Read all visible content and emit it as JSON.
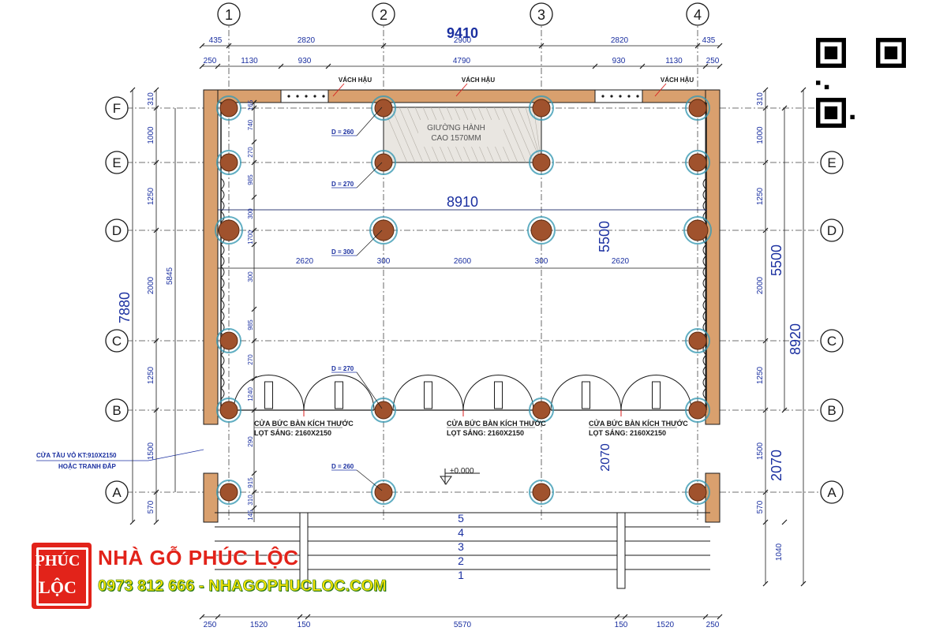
{
  "grid": {
    "columns": [
      "1",
      "2",
      "3",
      "4"
    ],
    "rows": [
      "F",
      "E",
      "D",
      "C",
      "B",
      "A"
    ]
  },
  "dims_top": {
    "total": "9410",
    "row1": [
      "435",
      "2820",
      "2900",
      "2820",
      "435"
    ],
    "row2": [
      "250",
      "1130",
      "930",
      "4790",
      "930",
      "1130",
      "250"
    ]
  },
  "dims_bottom": [
    "250",
    "1520",
    "150",
    "5570",
    "150",
    "1520",
    "250"
  ],
  "dims_left": {
    "outer": "7880",
    "mid": "5845",
    "grid_spacing": [
      "310",
      "1000",
      "1250",
      "2000",
      "1250",
      "1500",
      "570"
    ],
    "inner": [
      "165",
      "740",
      "270",
      "985",
      "300",
      "1700",
      "300",
      "985",
      "270",
      "1240",
      "290",
      "915",
      "310",
      "145"
    ]
  },
  "dims_right": {
    "spacing": [
      "310",
      "1000",
      "1250",
      "2000",
      "1250",
      "1500",
      "570"
    ],
    "step": "1040",
    "big1": "5500",
    "big2": "2070",
    "overall": "8920"
  },
  "interior_dims": {
    "width": "8910",
    "depth": "5500",
    "front": "2070",
    "spans": [
      "2620",
      "300",
      "2600",
      "300",
      "2620"
    ]
  },
  "labels": {
    "vach_hau": "VÁCH HẬU",
    "altar_line1": "GIƯỜNG HÀNH",
    "altar_line2": "CAO 1570MM",
    "door_line1": "CỬA BỨC BÀN KÍCH THƯỚC",
    "door_line2": "LỌT SÁNG: 2160X2150",
    "side_door_line1": "CỬA TẦU VỎ KT:910X2150",
    "side_door_line2": "HOẶC TRANH ĐẮP",
    "level": "±0.000",
    "d260": "D = 260",
    "d270": "D = 270",
    "d300": "D = 300"
  },
  "steps": [
    "5",
    "4",
    "3",
    "2",
    "1"
  ],
  "brand": {
    "logo_top": "PHÚC",
    "logo_bottom": "LỘC",
    "name": "NHÀ GỖ PHÚC LỘC",
    "contact": "0973 812 666 - NHAGOPHUCLOC.COM"
  },
  "colors": {
    "line": "#1a1a1a",
    "dim_text": "#1a2fa0",
    "wall": "#d9a06e",
    "column": "#a0522d",
    "column_ring": "#3a9ab3",
    "red": "#d81e1e",
    "brand_red": "#e2231a",
    "brand_yellow": "#f5e400"
  }
}
